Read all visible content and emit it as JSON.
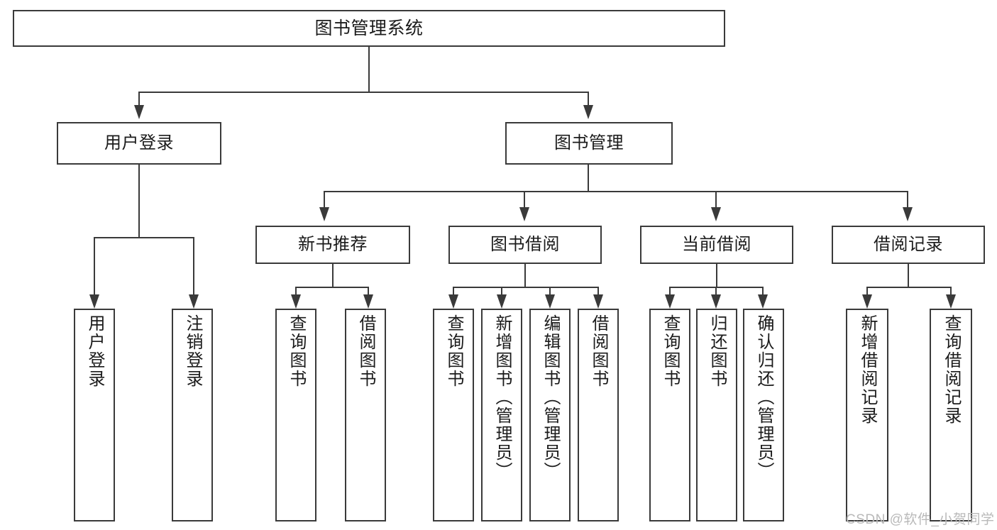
{
  "diagram": {
    "type": "tree-hierarchy-chart",
    "title": "图书管理系统",
    "root": {
      "label": "图书管理系统"
    },
    "level2": [
      {
        "label": "用户登录"
      },
      {
        "label": "图书管理"
      }
    ],
    "level3": [
      {
        "label": "新书推荐"
      },
      {
        "label": "图书借阅"
      },
      {
        "label": "当前借阅"
      },
      {
        "label": "借阅记录"
      }
    ],
    "leaves": [
      {
        "label": "用户登录",
        "parent": "用户登录"
      },
      {
        "label": "注销登录",
        "parent": "用户登录"
      },
      {
        "label": "查询图书",
        "parent": "新书推荐"
      },
      {
        "label": "借阅图书",
        "parent": "新书推荐"
      },
      {
        "label": "查询图书",
        "parent": "图书借阅"
      },
      {
        "label": "新增图书（管理员）",
        "parent": "图书借阅"
      },
      {
        "label": "编辑图书（管理员）",
        "parent": "图书借阅"
      },
      {
        "label": "借阅图书",
        "parent": "图书借阅"
      },
      {
        "label": "查询图书",
        "parent": "当前借阅"
      },
      {
        "label": "归还图书",
        "parent": "当前借阅"
      },
      {
        "label": "确认归还（管理员）",
        "parent": "当前借阅"
      },
      {
        "label": "新增借阅记录",
        "parent": "借阅记录"
      },
      {
        "label": "查询借阅记录",
        "parent": "借阅记录"
      }
    ],
    "watermark": "CSDN @软件_小贺同学",
    "colors": {
      "stroke": "#3a3a3a",
      "text": "#1b1b1b",
      "background": "#ffffff",
      "watermark": "#b9b9b9"
    }
  }
}
